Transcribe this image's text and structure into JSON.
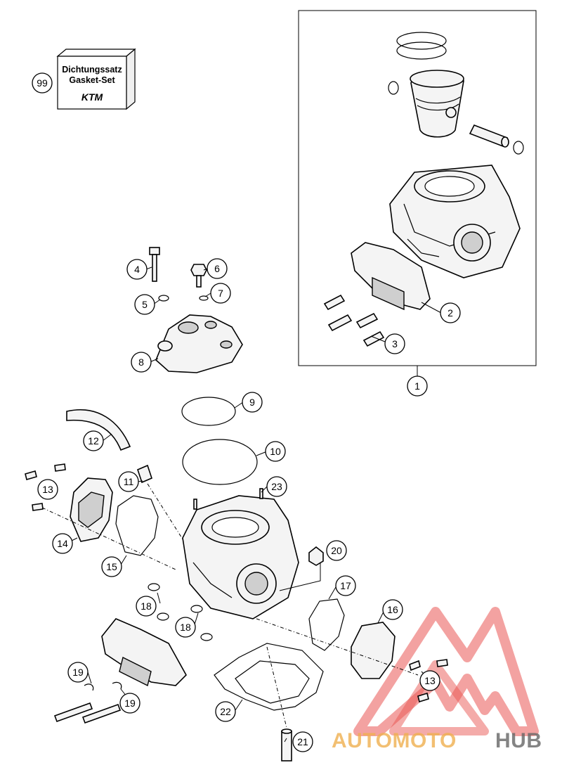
{
  "gasket_box": {
    "line1": "Dichtungssatz",
    "line2": "Gasket-Set",
    "brand": "KTM"
  },
  "callouts": {
    "c1": "1",
    "c2": "2",
    "c3": "3",
    "c4": "4",
    "c5": "5",
    "c6": "6",
    "c7": "7",
    "c8": "8",
    "c9": "9",
    "c10": "10",
    "c11": "11",
    "c12": "12",
    "c13a": "13",
    "c13b": "13",
    "c14": "14",
    "c15": "15",
    "c16": "16",
    "c17": "17",
    "c18a": "18",
    "c18b": "18",
    "c19a": "19",
    "c19b": "19",
    "c20": "20",
    "c21": "21",
    "c22": "22",
    "c23": "23",
    "c99": "99"
  },
  "watermark": {
    "part1": "AUTOMOTO",
    "part2": "HUB",
    "color_primary": "#e53935",
    "color_secondary": "#f0b050",
    "color_hub": "#666666"
  }
}
